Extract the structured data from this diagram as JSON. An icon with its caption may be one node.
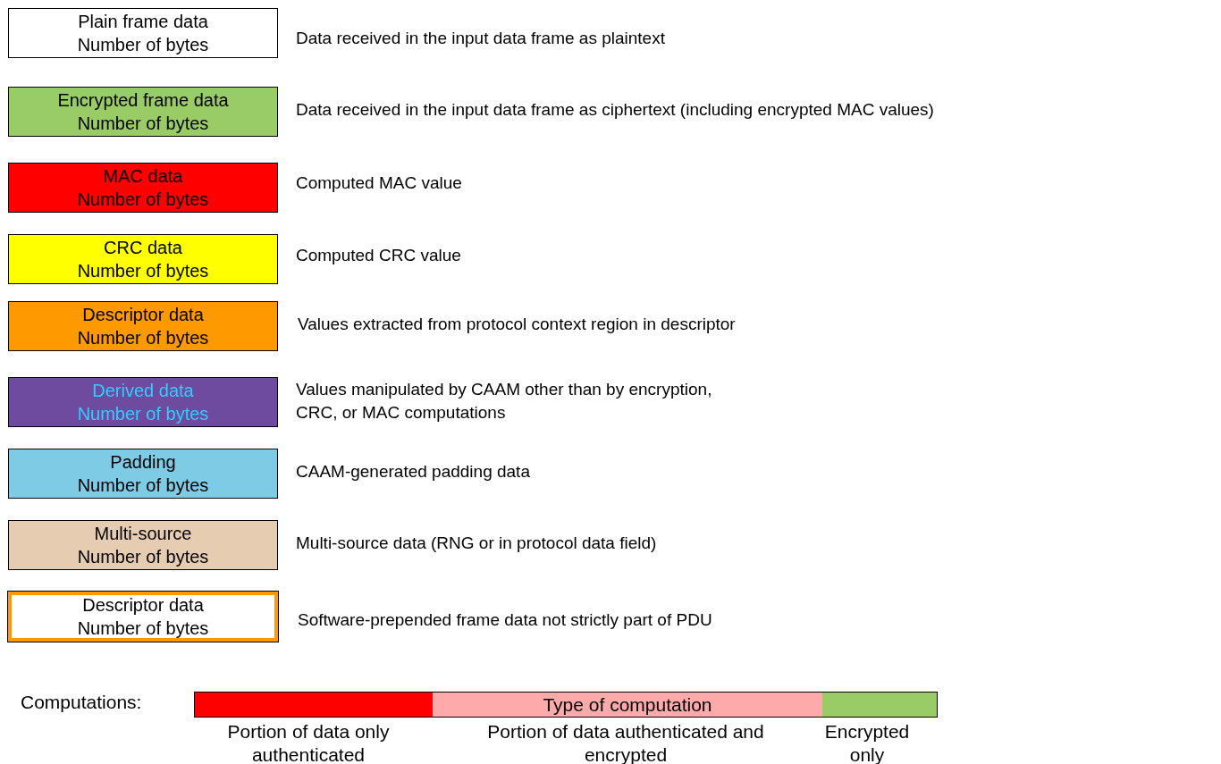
{
  "diagram": {
    "nodes": [
      {
        "text": [
          "Plain frame data",
          "Number of bytes"
        ],
        "beside": [
          "Data received in the input data frame as plaintext"
        ]
      },
      {
        "text": [
          "Encrypted frame data",
          "Number of bytes"
        ],
        "beside": [
          "Data received in the input data frame as ciphertext (including encrypted MAC values)"
        ]
      },
      {
        "text": [
          "MAC data",
          "Number of bytes"
        ],
        "beside": [
          "Computed MAC value"
        ]
      },
      {
        "text": [
          "CRC data",
          "Number of bytes"
        ],
        "beside": [
          "Computed CRC value"
        ]
      },
      {
        "text": [
          "Descriptor data",
          "Number of bytes"
        ],
        "beside": [
          "Values extracted from protocol context region in descriptor"
        ]
      },
      {
        "text": [
          "Derived data",
          "Number of bytes"
        ],
        "beside": [
          "Values manipulated by CAAM other than by encryption, CRC, or MAC computations"
        ]
      },
      {
        "text": [
          "Padding",
          "Number of bytes"
        ],
        "beside": [
          "CAAM-generated padding data"
        ]
      },
      {
        "text": [
          "Multi-source",
          "Number of bytes"
        ],
        "beside": [
          "Multi-source data (RNG or in protocol data field)"
        ]
      },
      {
        "text": [
          "Descriptor data",
          "Number of bytes"
        ],
        "beside": [
          "Software-prepended frame data not strictly part of PDU"
        ]
      },
      {
        "text": [],
        "shape": "bar",
        "beside": [
          "Portion of data only authenticated"
        ]
      },
      {
        "text": [
          "Type of computation"
        ],
        "beside": [
          "Portion of data authenticated and encrypted"
        ]
      },
      {
        "text": [],
        "shape": "bar",
        "beside": [
          "Encrypted only"
        ]
      }
    ],
    "labels": [
      "Computations:"
    ]
  }
}
